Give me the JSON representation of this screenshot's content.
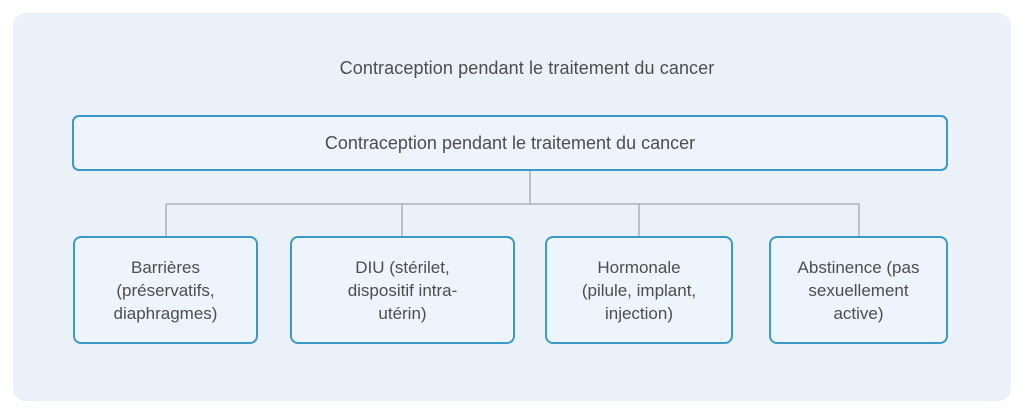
{
  "page": {
    "title": "Contraception pendant le traitement du cancer"
  },
  "diagram": {
    "type": "flowchart-hierarchy",
    "root": {
      "label": "Contraception pendant le traitement du cancer"
    },
    "children": [
      {
        "label": "Barrières\n(préservatifs,\ndiaphragmes)"
      },
      {
        "label": "DIU (stérilet,\ndispositif intra-\nutérin)"
      },
      {
        "label": "Hormonale\n(pilule, implant,\ninjection)"
      },
      {
        "label": "Abstinence (pas\nsexuellement\nactive)"
      }
    ]
  },
  "colors": {
    "node_border": "#3b99c8",
    "node_fill": "#eef4fb",
    "panel_background": "#ebf1f9",
    "connector": "#a3a7ab",
    "text": "#4d4d4d",
    "page_background": "#ffffff"
  }
}
